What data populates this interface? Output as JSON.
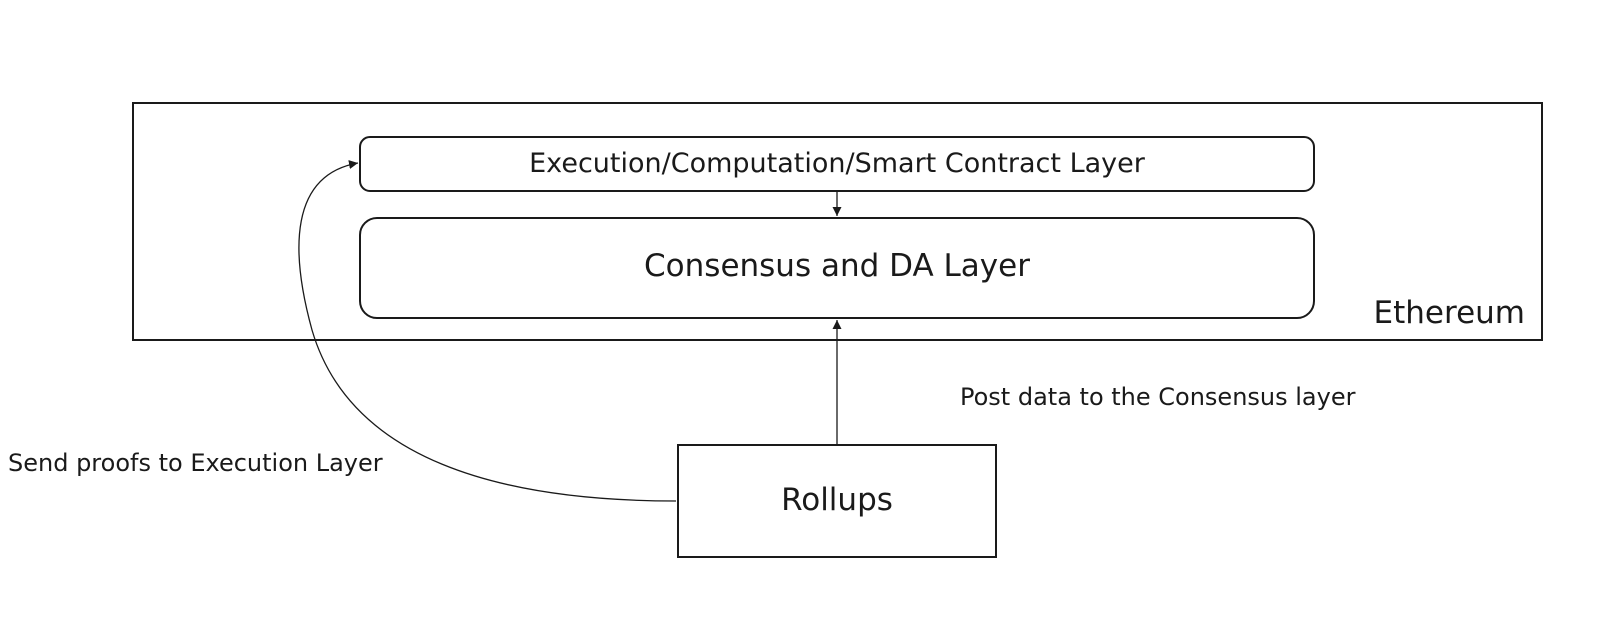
{
  "container": {
    "label": "Ethereum"
  },
  "nodes": {
    "execution_layer": {
      "label": "Execution/Computation/Smart Contract Layer"
    },
    "consensus_layer": {
      "label": "Consensus and DA Layer"
    },
    "rollups": {
      "label": "Rollups"
    }
  },
  "edges": {
    "execution_to_consensus": {
      "from": "Execution/Computation/Smart Contract Layer",
      "to": "Consensus and DA Layer"
    },
    "rollups_to_consensus": {
      "from": "Rollups",
      "to": "Consensus and DA Layer",
      "label": "Post data to the Consensus layer"
    },
    "rollups_to_execution": {
      "from": "Rollups",
      "to": "Execution/Computation/Smart Contract Layer",
      "label": "Send proofs to Execution Layer"
    }
  }
}
